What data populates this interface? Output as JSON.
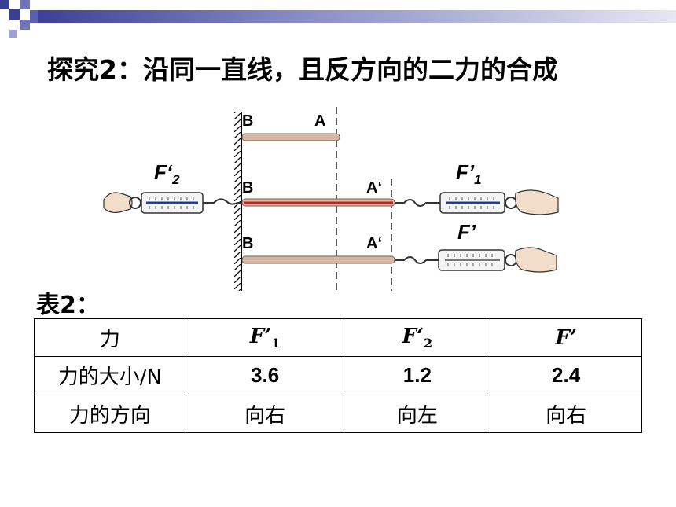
{
  "slide": {
    "title": "探究2：沿同一直线，且反方向的二力的合成"
  },
  "figure": {
    "point_labels": [
      "B",
      "A",
      "B",
      "A‘",
      "B",
      "A‘"
    ],
    "force_labels": {
      "f2_prime": {
        "main": "F‘",
        "sub": "2"
      },
      "f1_prime": {
        "main": "F’",
        "sub": "1"
      },
      "f_prime": {
        "main": "F’"
      }
    }
  },
  "table": {
    "caption": "表2：",
    "header": {
      "label": "力",
      "c1": {
        "main": "F’",
        "sub": "1"
      },
      "c2": {
        "main": "F‘",
        "sub": "2"
      },
      "c3": {
        "main": "F’"
      }
    },
    "rows": [
      {
        "label": "力的大小/N",
        "values": [
          "3.6",
          "1.2",
          "2.4"
        ]
      },
      {
        "label": "力的方向",
        "values": [
          "向右",
          "向左",
          "向右"
        ]
      }
    ]
  },
  "colors": {
    "accent": "#3a3f96",
    "rubber_band": "#d5b8a6",
    "stretched_band": "#cc1f1f"
  }
}
